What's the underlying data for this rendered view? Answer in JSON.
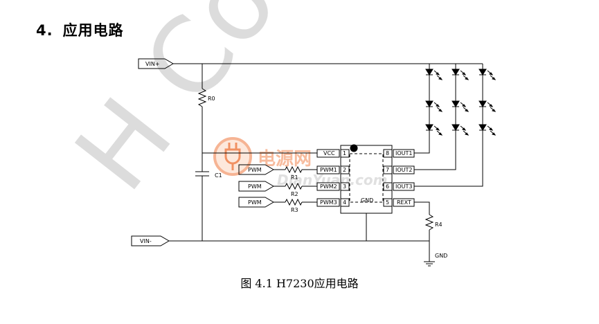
{
  "section": {
    "number": "4.",
    "title": "应用电路"
  },
  "watermark": {
    "text": "H Con",
    "brand_cn": "电源网",
    "brand_en": "DianYuan.com"
  },
  "schematic": {
    "ports": {
      "vin_plus": "VIN+",
      "vin_minus": "VIN-",
      "pwm": [
        "PWM",
        "PWM",
        "PWM"
      ]
    },
    "components": {
      "r0": "R0",
      "c1": "C1",
      "r1": "R1",
      "r2": "R2",
      "r3": "R3",
      "r4": "R4",
      "gnd": "GND"
    },
    "ic": {
      "gnd_label": "GND",
      "left_pins": [
        {
          "num": "1",
          "name": "VCC"
        },
        {
          "num": "2",
          "name": "PWM1"
        },
        {
          "num": "3",
          "name": "PWM2"
        },
        {
          "num": "4",
          "name": "PWM3"
        }
      ],
      "right_pins": [
        {
          "num": "8",
          "name": "IOUT1"
        },
        {
          "num": "7",
          "name": "IOUT2"
        },
        {
          "num": "6",
          "name": "IOUT3"
        },
        {
          "num": "5",
          "name": "REXT"
        }
      ]
    }
  },
  "caption": "图 4.1 H7230应用电路"
}
